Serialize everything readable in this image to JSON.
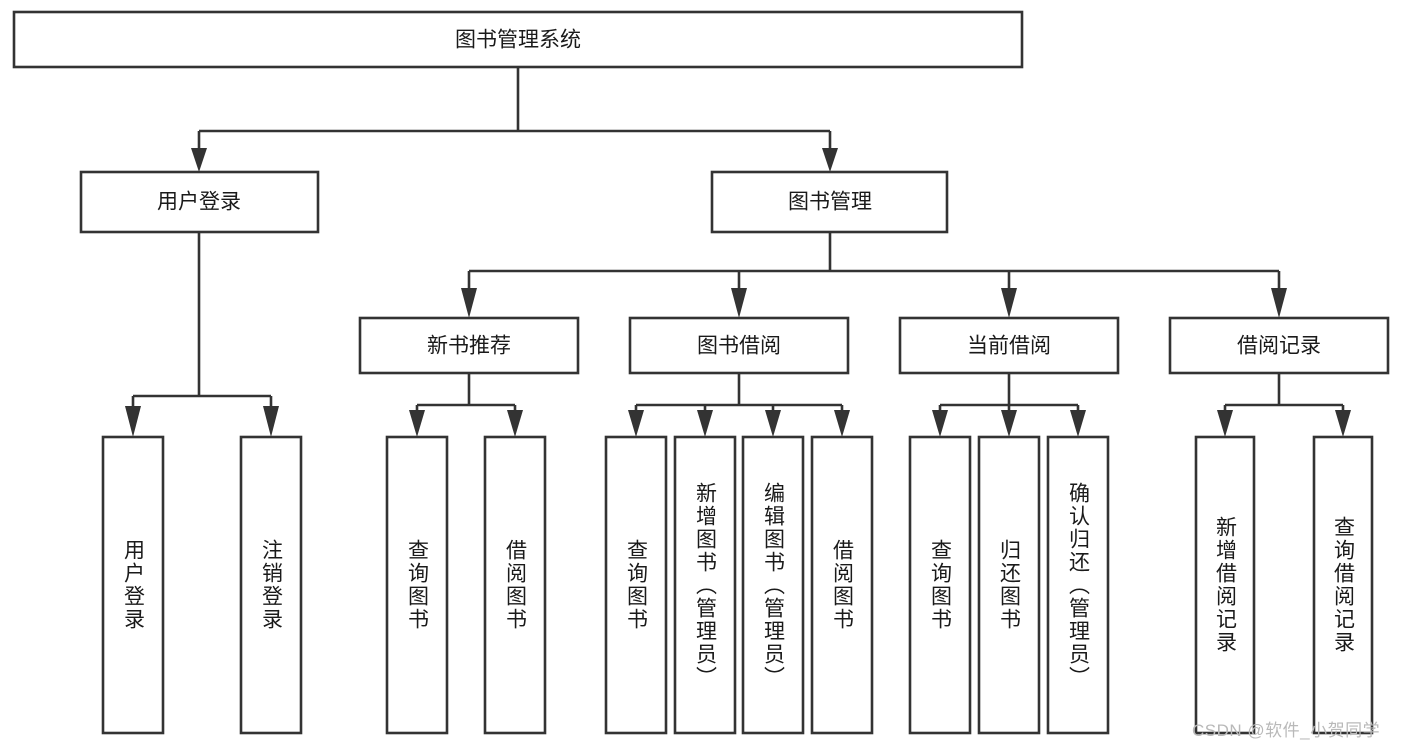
{
  "diagram": {
    "title": "图书管理系统",
    "type": "hierarchy-tree",
    "root": {
      "label": "图书管理系统"
    },
    "level2": [
      {
        "label": "用户登录"
      },
      {
        "label": "图书管理"
      }
    ],
    "level3": [
      {
        "label": "新书推荐"
      },
      {
        "label": "图书借阅"
      },
      {
        "label": "当前借阅"
      },
      {
        "label": "借阅记录"
      }
    ],
    "leaves": {
      "user_login": [
        {
          "label": "用户登录"
        },
        {
          "label": "注销登录"
        }
      ],
      "new_book_recommend": [
        {
          "label": "查询图书"
        },
        {
          "label": "借阅图书"
        }
      ],
      "book_borrow": [
        {
          "label": "查询图书"
        },
        {
          "label": "新增图书（管理员）"
        },
        {
          "label": "编辑图书（管理员）"
        },
        {
          "label": "借阅图书"
        }
      ],
      "current_borrow": [
        {
          "label": "查询图书"
        },
        {
          "label": "归还图书"
        },
        {
          "label": "确认归还（管理员）"
        }
      ],
      "borrow_record": [
        {
          "label": "新增借阅记录"
        },
        {
          "label": "查询借阅记录"
        }
      ]
    }
  },
  "watermark": {
    "text": "CSDN @软件_小贺同学"
  },
  "colors": {
    "stroke": "#333333",
    "box_fill": "#ffffff",
    "text": "#1a1a1a",
    "watermark": "#b9b9b9",
    "background": "#ffffff"
  }
}
